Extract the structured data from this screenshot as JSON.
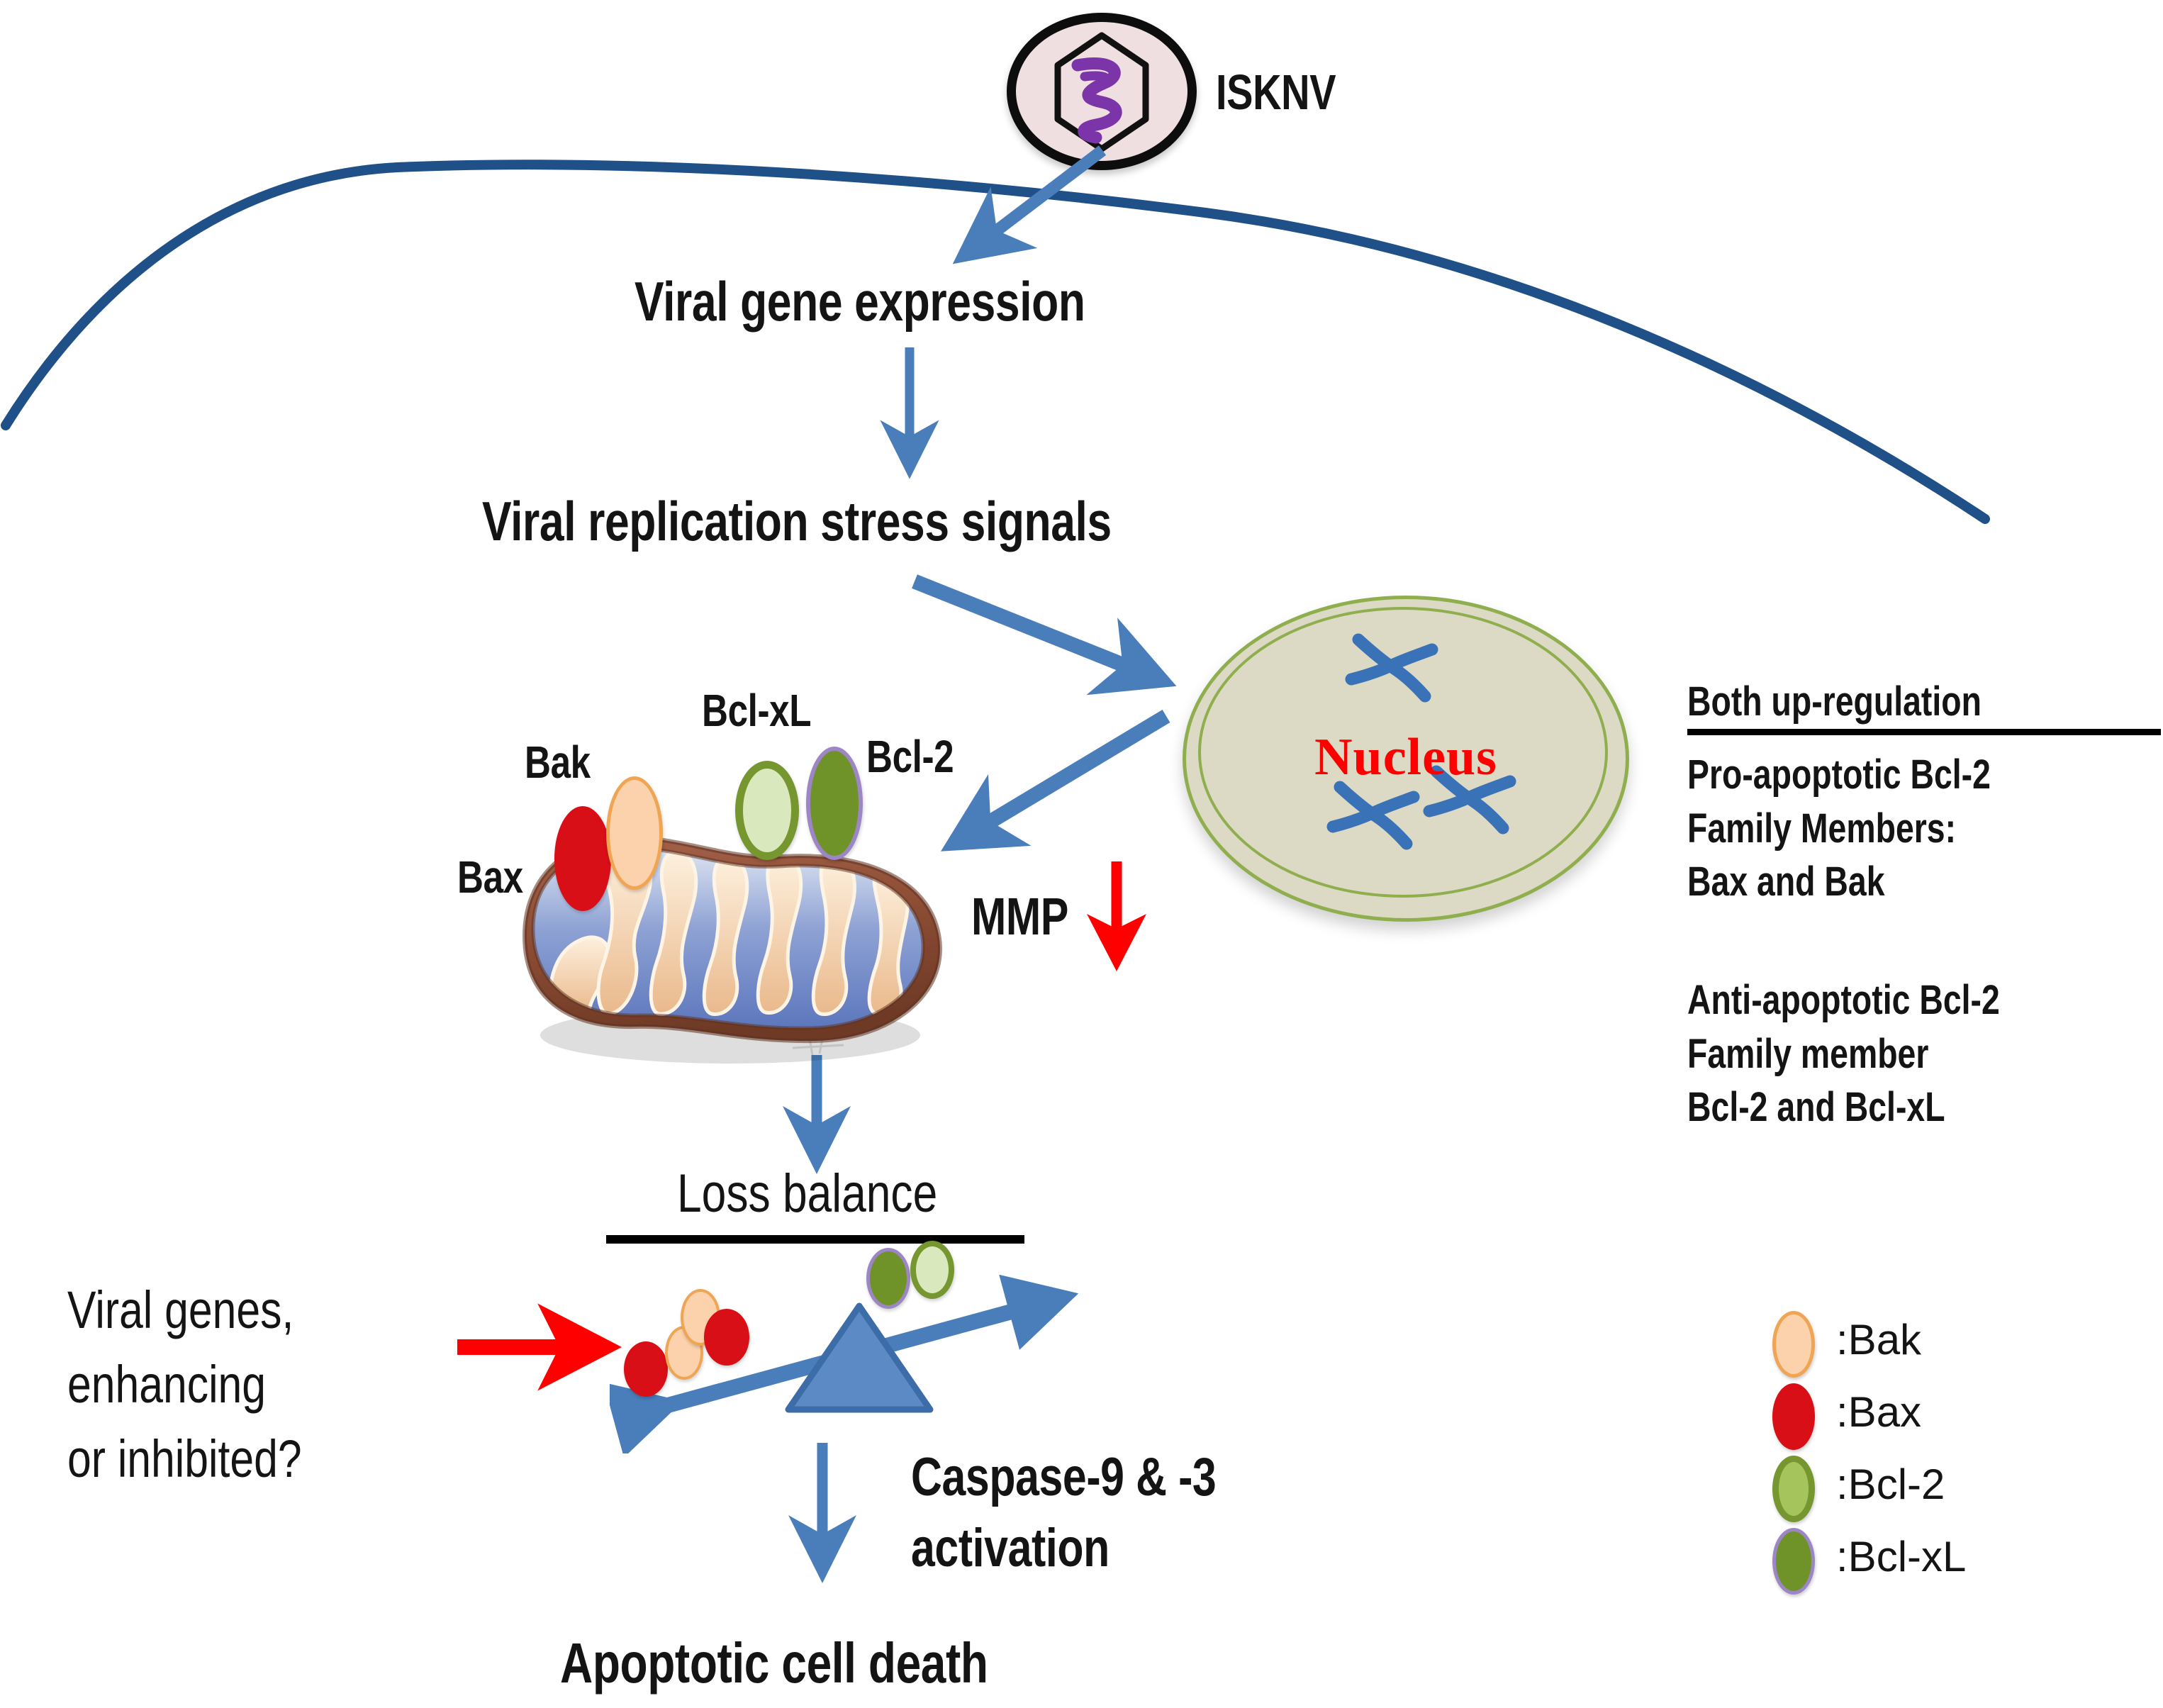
{
  "virus": {
    "label": "ISKNV",
    "icon": "virus-capsid-icon",
    "shell_color": "#f0dfe0",
    "outline_color": "#0d0d0d",
    "dna_color": "#7b35a8"
  },
  "membrane": {
    "name": "cell-membrane",
    "color": "#1f5088"
  },
  "pathway": {
    "viral_gene_expression": "Viral gene expression",
    "viral_replication_stress": "Viral replication stress signals",
    "mmp_label": "MMP",
    "loss_balance": "Loss balance",
    "caspase_activation_line1": "Caspase-9 & -3",
    "caspase_activation_line2": "activation",
    "apoptotic_cell_death": "Apoptotic cell death"
  },
  "question_note": {
    "line1": "Viral genes,",
    "line2": "enhancing",
    "line3": "or inhibited?"
  },
  "nucleus": {
    "label": "Nucleus",
    "label_color": "#ff0000",
    "fill_color": "#dcd9c4",
    "border_color": "#8fae4e",
    "chromosome_color": "#3a72b8",
    "chromosome_count": 3
  },
  "mitochondrion": {
    "name": "mitochondrion",
    "outer_color": "#8a4b33",
    "cristae_color": "#f5d8b8",
    "matrix_color": "#6f87c8"
  },
  "mito_proteins": [
    {
      "label": "Bax",
      "color": "#d80f16",
      "border": "none",
      "class": "p-bax"
    },
    {
      "label": "Bak",
      "color": "#fbd2ab",
      "border": "#f0a555",
      "class": "p-bak"
    },
    {
      "label": "Bcl-xL",
      "color": "#d9e9bd",
      "border": "#76962f",
      "class": "p-bclxl"
    },
    {
      "label": "Bcl-2",
      "color": "#6f9328",
      "border": "#9d86c4",
      "class": "p-bcl2"
    }
  ],
  "panel": {
    "heading": "Both up-regulation",
    "pro_apoptotic": "Pro-apoptotic Bcl-2\nFamily Members:\nBax and Bak",
    "pro_apoptotic_lines": [
      "Pro-apoptotic Bcl-2",
      "Family Members:",
      "Bax and Bak"
    ],
    "anti_apoptotic_lines": [
      "Anti-apoptotic Bcl-2",
      "Family member",
      "Bcl-2 and Bcl-xL"
    ]
  },
  "legend": {
    "items": [
      {
        "label": ":Bak",
        "swatch": "#fbd2ab",
        "border": "#f0a555"
      },
      {
        "label": ":Bax",
        "swatch": "#d80f16",
        "border": "#d80f16"
      },
      {
        "label": ":Bcl-2",
        "swatch": "#a5c45c",
        "border": "#76962f"
      },
      {
        "label": ":Bcl-xL",
        "swatch": "#6f9328",
        "border": "#9d86c4"
      }
    ]
  },
  "arrows": {
    "entry_arrow": "virus-entry-arrow",
    "expression_arrow": "gene-expression-arrow",
    "to_nucleus_arrow": "stress-to-nucleus-arrow",
    "from_nucleus_arrow": "nucleus-to-mitochondrion-arrow",
    "mmp_down_arrow": "mmp-decrease-arrow",
    "mito_to_balance_arrow": "mitochondrion-to-balance-arrow",
    "balance_to_caspase_arrow": "balance-to-caspase-arrow",
    "viral_genes_arrow": "viral-genes-red-arrow",
    "blue_color": "#4a7ebb",
    "red_color": "#ff0000"
  },
  "seesaw": {
    "name": "apoptosis-balance-seesaw",
    "beam_color": "#4a7ebb",
    "fulcrum_color": "#4a7ebb",
    "left_pan_proteins": [
      "Bax",
      "Bak",
      "Bak",
      "Bax"
    ],
    "right_pan_proteins": [
      "Bcl-xL",
      "Bcl-2"
    ],
    "tilt": "left-down"
  }
}
